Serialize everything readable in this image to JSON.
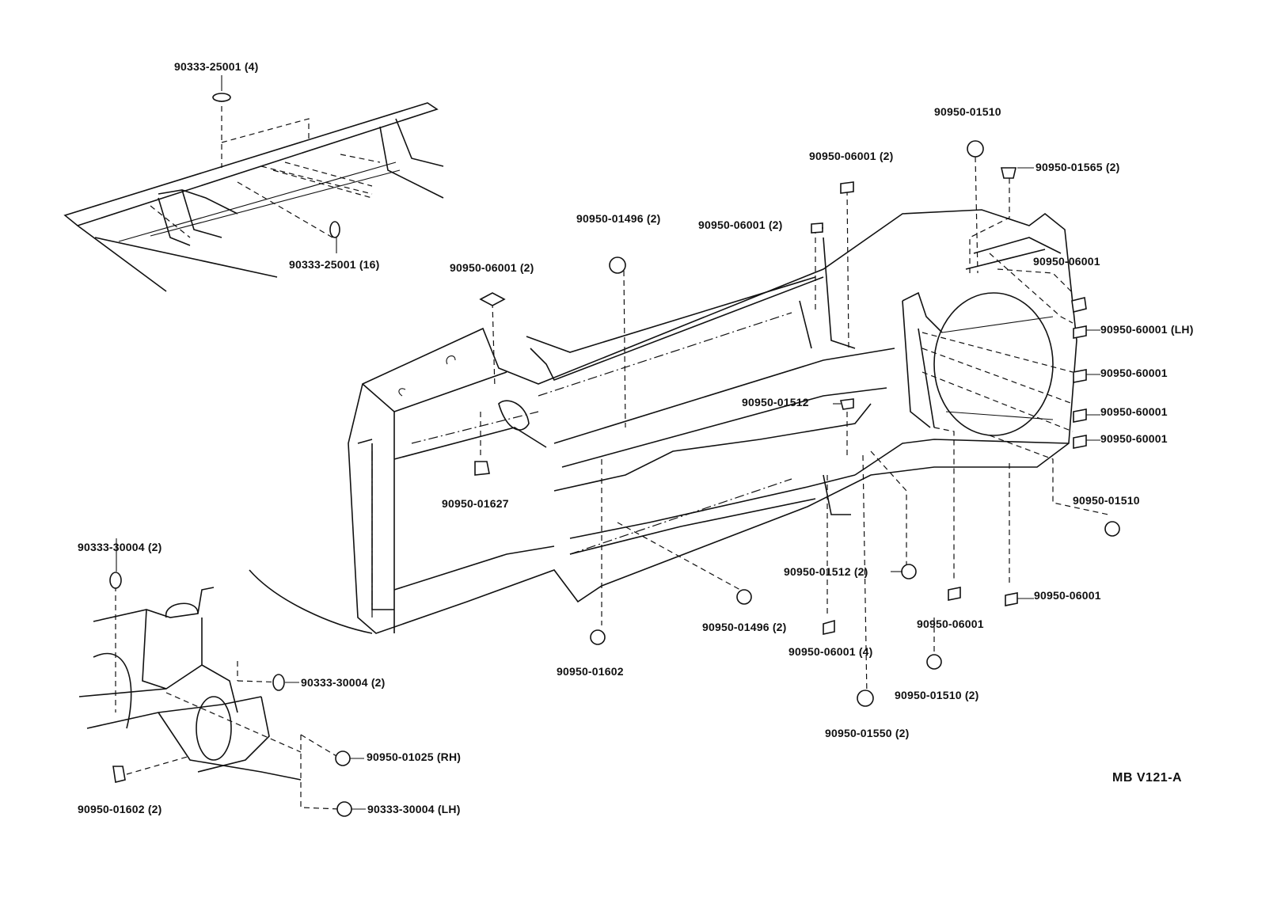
{
  "diagram_code": "MB V121-A",
  "callouts": [
    {
      "id": "c01",
      "text": "90333-25001 (4)"
    },
    {
      "id": "c02",
      "text": "90333-25001 (16)"
    },
    {
      "id": "c03",
      "text": "90950-01510"
    },
    {
      "id": "c04",
      "text": "90950-01565 (2)"
    },
    {
      "id": "c05",
      "text": "90950-06001 (2)"
    },
    {
      "id": "c06",
      "text": "90950-01496 (2)"
    },
    {
      "id": "c07",
      "text": "90950-06001 (2)"
    },
    {
      "id": "c08",
      "text": "90950-06001"
    },
    {
      "id": "c09",
      "text": "90950-06001 (2)"
    },
    {
      "id": "c10",
      "text": "90950-60001 (LH)"
    },
    {
      "id": "c11",
      "text": "90950-60001"
    },
    {
      "id": "c12",
      "text": "90950-01512"
    },
    {
      "id": "c13",
      "text": "90950-60001"
    },
    {
      "id": "c14",
      "text": "90950-60001"
    },
    {
      "id": "c15",
      "text": "90950-01627"
    },
    {
      "id": "c16",
      "text": "90950-01510"
    },
    {
      "id": "c17",
      "text": "90333-30004 (2)"
    },
    {
      "id": "c18",
      "text": "90950-01512 (2)"
    },
    {
      "id": "c19",
      "text": "90950-06001"
    },
    {
      "id": "c20",
      "text": "90950-01496 (2)"
    },
    {
      "id": "c21",
      "text": "90950-06001"
    },
    {
      "id": "c22",
      "text": "90950-06001 (4)"
    },
    {
      "id": "c23",
      "text": "90950-01602"
    },
    {
      "id": "c24",
      "text": "90333-30004 (2)"
    },
    {
      "id": "c25",
      "text": "90950-01510 (2)"
    },
    {
      "id": "c26",
      "text": "90950-01550 (2)"
    },
    {
      "id": "c27",
      "text": "90950-01025 (RH)"
    },
    {
      "id": "c28",
      "text": "90950-01602 (2)"
    },
    {
      "id": "c29",
      "text": "90333-30004 (LH)"
    }
  ]
}
